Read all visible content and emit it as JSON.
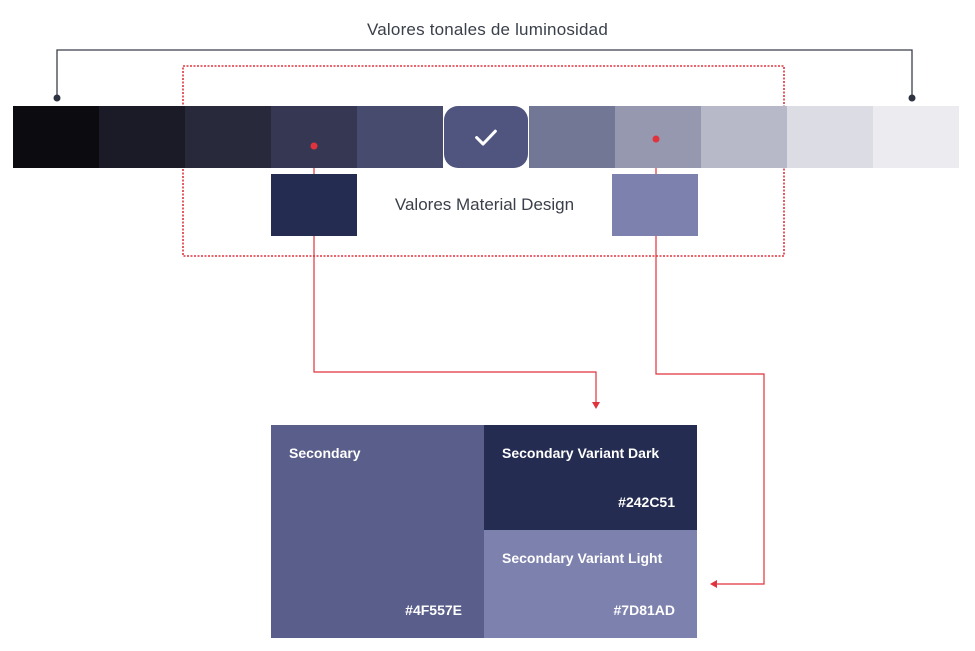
{
  "title": "Valores tonales de luminosidad",
  "material_label": "Valores Material Design",
  "tonal_scale": [
    {
      "color": "#0b0b10"
    },
    {
      "color": "#1a1b27"
    },
    {
      "color": "#282a3c"
    },
    {
      "color": "#363853"
    },
    {
      "color": "#474b6e"
    },
    {
      "color": "#4f557e",
      "selected": true,
      "icon": "check-icon"
    },
    {
      "color": "#737796"
    },
    {
      "color": "#9698b0"
    },
    {
      "color": "#b8b9c8"
    },
    {
      "color": "#dcdce4"
    },
    {
      "color": "#ececf0"
    }
  ],
  "material_swatches": {
    "dark": {
      "color": "#242c51"
    },
    "light": {
      "color": "#7d81ad"
    }
  },
  "palette_cards": {
    "secondary": {
      "name": "Secondary",
      "hex": "#4F557E",
      "color": "#5a5e8a"
    },
    "variant_dark": {
      "name": "Secondary Variant Dark",
      "hex": "#242C51",
      "color": "#242c51"
    },
    "variant_light": {
      "name": "Secondary Variant Light",
      "hex": "#7D81AD",
      "color": "#7d81ad"
    }
  },
  "colors": {
    "accent_red": "#e0333d",
    "connector_gray": "#3a3f4a"
  }
}
